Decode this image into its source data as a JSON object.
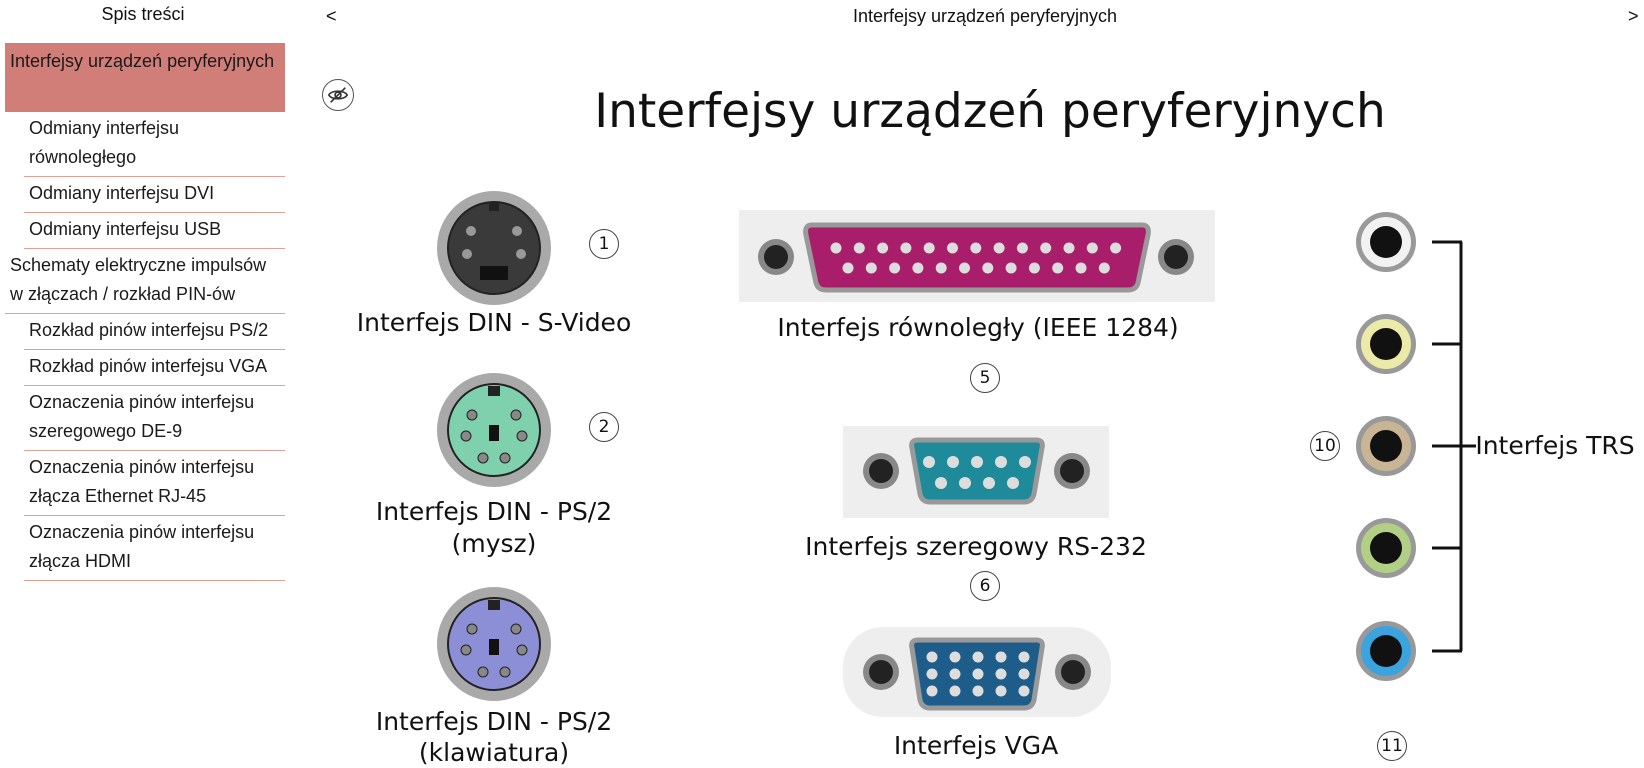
{
  "sidebar": {
    "title": "Spis treści",
    "items": [
      {
        "label": "Interfejsy urządzeń peryferyjnych",
        "level": 1,
        "active": true
      },
      {
        "label": "Odmiany interfejsu równoległego",
        "level": 2
      },
      {
        "label": "Odmiany interfejsu DVI",
        "level": 2
      },
      {
        "label": "Odmiany interfejsu USB",
        "level": 2
      },
      {
        "label": "Schematy elektryczne impulsów w złączach / rozkład PIN-ów",
        "level": 1
      },
      {
        "label": "Rozkład pinów interfejsu PS/2",
        "level": 2
      },
      {
        "label": "Rozkład pinów interfejsu VGA",
        "level": 2
      },
      {
        "label": "Oznaczenia pinów interfejsu szeregowego DE-9",
        "level": 2
      },
      {
        "label": "Oznaczenia pinów interfejsu złącza Ethernet RJ-45",
        "level": 2
      },
      {
        "label": "Oznaczenia pinów interfejsu złącza HDMI",
        "level": 2
      }
    ]
  },
  "topbar": {
    "prev": "<",
    "next": ">",
    "title": "Interfejsy urządzeń peryferyjnych"
  },
  "main": {
    "title": "Interfejsy urządzeń peryferyjnych",
    "hide_icon": "eye-slash-icon",
    "labels": {
      "svideo": "Interfejs DIN - S-Video",
      "ps2_mouse_1": "Interfejs DIN - PS/2",
      "ps2_mouse_2": "(mysz)",
      "ps2_kbd_1": "Interfejs DIN - PS/2",
      "ps2_kbd_2": "(klawiatura)",
      "parallel": "Interfejs równoległy (IEEE 1284)",
      "serial": "Interfejs szeregowy RS-232",
      "vga": "Interfejs VGA",
      "trs": "Interfejs TRS"
    },
    "numbers": {
      "n1": "1",
      "n2": "2",
      "n5": "5",
      "n6": "6",
      "n10": "10",
      "n11": "11"
    }
  },
  "colors": {
    "active_bg": "#d27e78",
    "divider": "#e0a09a",
    "svideo": "#3a3a3a",
    "ps2_mouse": "#7fd0ad",
    "ps2_keyboard": "#8c8fd6",
    "parallel": "#a81e6a",
    "serial": "#1e8a9a",
    "vga": "#1e5c8a",
    "trs": [
      "#f2f2f2",
      "#eceaa8",
      "#c9b596",
      "#b2cf86",
      "#3ba3dd"
    ]
  }
}
